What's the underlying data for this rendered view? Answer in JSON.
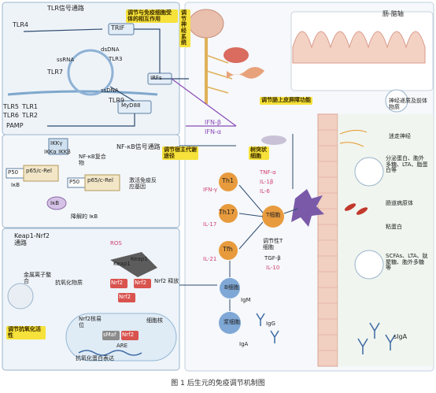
{
  "labels": {
    "tlr_pathway": "TLR信号通路",
    "tlr4": "TLR4",
    "trif": "TRIF",
    "regulate_immune_interaction": "调节与免疫细胞受体的相互作用",
    "regulate_nervous_system": "调节神经系统",
    "gut_brain_axis": "肠-脑轴",
    "ssrna_top": "ssRNA",
    "dsdna": "dsDNA",
    "tlr3": "TLR3",
    "tlr7": "TLR7",
    "ssdna": "ssDNA",
    "tlr9": "TLR9",
    "irfs": "IRFs",
    "tlr5": "TLR5",
    "tlr1": "TLR1",
    "tlr6": "TLR6",
    "tlr2": "TLR2",
    "pamp": "PAMP",
    "myd88": "MyD88",
    "regulate_barrier": "调节肠上皮屏障功能",
    "neurotransmitter": "神经递质及前体物质",
    "vagus": "迷走神经",
    "ifn_beta": "IFN-β",
    "ifn_alpha": "IFN-α",
    "ikk_gamma": "IKKγ",
    "ikk_ab": "IKKα IKKβ",
    "nfkb_pathway": "NF-κB信号通路",
    "nfkb_complex": "NF-κB复合物",
    "p50_a": "P50",
    "p65_a": "p65/c-Rel",
    "ikb": "IκB",
    "p50_b": "P50",
    "p65_b": "p65/c-Rel",
    "activate_immune": "激活免疫反应基因",
    "ikb_c": "IκB",
    "degrade_ikb": "降解的 IκB",
    "dendritic": "树突状细胞",
    "regulate_metabolism": "调节宿主代谢途径",
    "th1": "Th1",
    "ifn_gamma": "IFN-γ",
    "tnf_alpha": "TNF-α",
    "il1b": "IL-1β",
    "il6": "IL-6",
    "th17": "Th17",
    "il17": "IL-17",
    "t_cell": "T细胞",
    "tfh": "Tfh",
    "il21": "IL-21",
    "treg": "调节性T细胞",
    "tgf_beta": "TGF-β",
    "il10": "IL-10",
    "secretions": "分泌蛋白、胞外多糖、LTA、脂蛋白等",
    "gut_pathogen": "肠道病原体",
    "mucin": "粘蛋白",
    "keap1_pathway": "Keap1-Nrf2通路",
    "ros": "ROS",
    "keap1": "Keap1",
    "keap1_b": "Keap1",
    "metal_chelation": "金属离子螯合",
    "antioxidant": "抗氧化物质",
    "nrf2_a": "Nrf2",
    "nrf2_b": "Nrf2",
    "nrf2_release": "Nrf2 释放",
    "nrf2_c": "Nrf2",
    "nrf2_translocation": "Nrf2核易位",
    "nucleus": "细胞核",
    "regulate_antioxidant": "调节抗氧化活性",
    "smaf": "sMaf",
    "nrf2_d": "Nrf2",
    "are": "ARE",
    "antioxidant_protein": "抗氧化蛋白表达",
    "b_cell": "B细胞",
    "igm": "IgM",
    "plasma_cell": "浆细胞",
    "igg": "IgG",
    "iga": "IgA",
    "scfas": "SCFAs、LTA、肽聚糖、胞外多糖等",
    "siga": "sIgA"
  },
  "caption": "图 1  后生元的免疫调节机制图"
}
